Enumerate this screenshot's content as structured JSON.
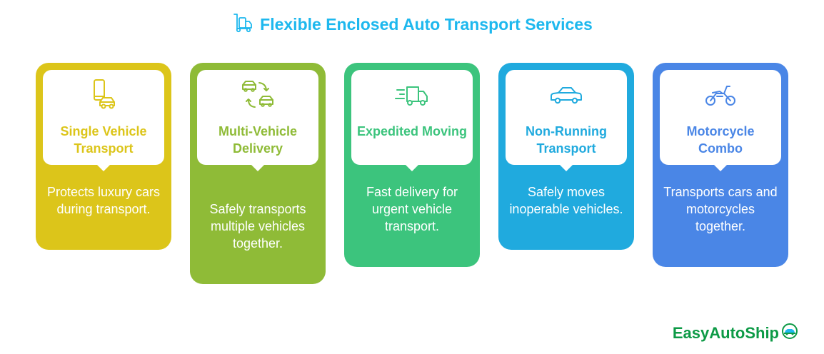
{
  "header": {
    "title": "Flexible Enclosed Auto Transport Services",
    "icon": "truck-dolly-icon",
    "color": "#1eb8ee"
  },
  "cards": [
    {
      "label": "Single Vehicle Transport",
      "description": "Protects luxury cars during transport.",
      "icon": "phone-car-icon",
      "color": "#dcc51a"
    },
    {
      "label": "Multi-Vehicle Delivery",
      "description": "Safely transports multiple vehicles together.",
      "icon": "cars-exchange-icon",
      "color": "#8fbb37"
    },
    {
      "label": "Expedited Moving",
      "description": "Fast delivery for urgent vehicle transport.",
      "icon": "fast-truck-icon",
      "color": "#3cc47d"
    },
    {
      "label": "Non-Running Transport",
      "description": "Safely moves inoperable vehicles.",
      "icon": "car-icon",
      "color": "#20aade"
    },
    {
      "label": "Motorcycle Combo",
      "description": "Transports cars and motorcycles together.",
      "icon": "motorcycle-icon",
      "color": "#4a86e6"
    }
  ],
  "brand": {
    "name": "EasyAutoShip",
    "icon": "car-globe-icon",
    "color": "#0d9a46"
  }
}
